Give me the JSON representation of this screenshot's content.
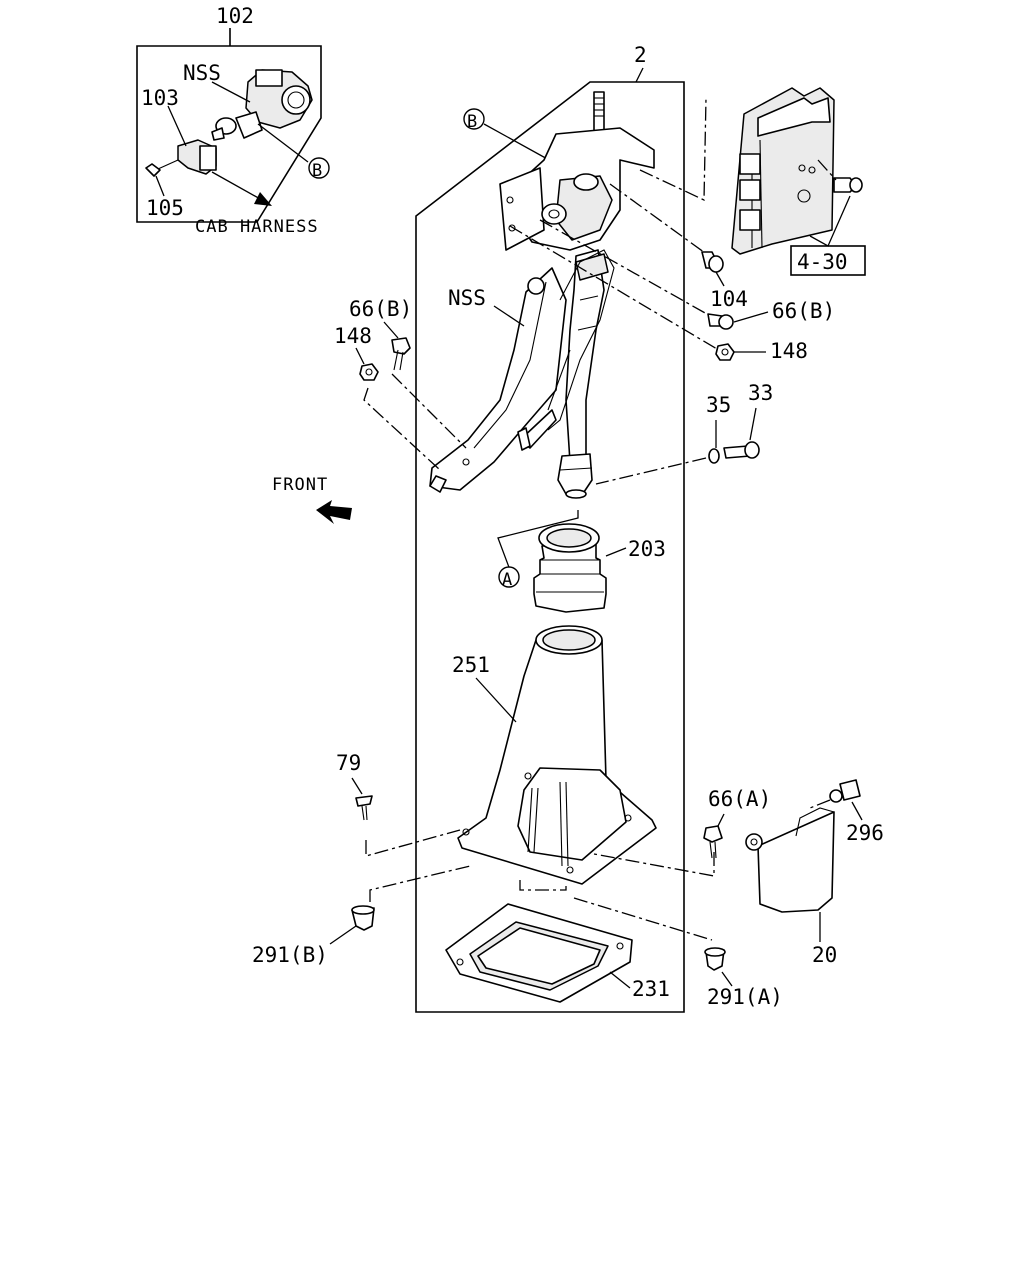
{
  "labels": {
    "l102": "102",
    "lnss_top": "NSS",
    "l103": "103",
    "l105": "105",
    "lcab": "CAB HARNESS",
    "l2": "2",
    "lB_top": "B",
    "lB_inset": "B",
    "l430": "4-30",
    "l104": "104",
    "l66b_right": "66(B)",
    "l148_right": "148",
    "lnss_mid": "NSS",
    "l66b_left": "66(B)",
    "l148_left": "148",
    "l35": "35",
    "l33": "33",
    "lfront": "FRONT",
    "l203": "203",
    "lA": "A",
    "l251": "251",
    "l79": "79",
    "l66a": "66(A)",
    "l296": "296",
    "l291b": "291(B)",
    "l231": "231",
    "l291a": "291(A)",
    "l20": "20"
  },
  "icons": {
    "front_arrow": "front-arrow-icon",
    "circle_b": "circle-b-icon",
    "circle_a": "circle-a-icon"
  }
}
